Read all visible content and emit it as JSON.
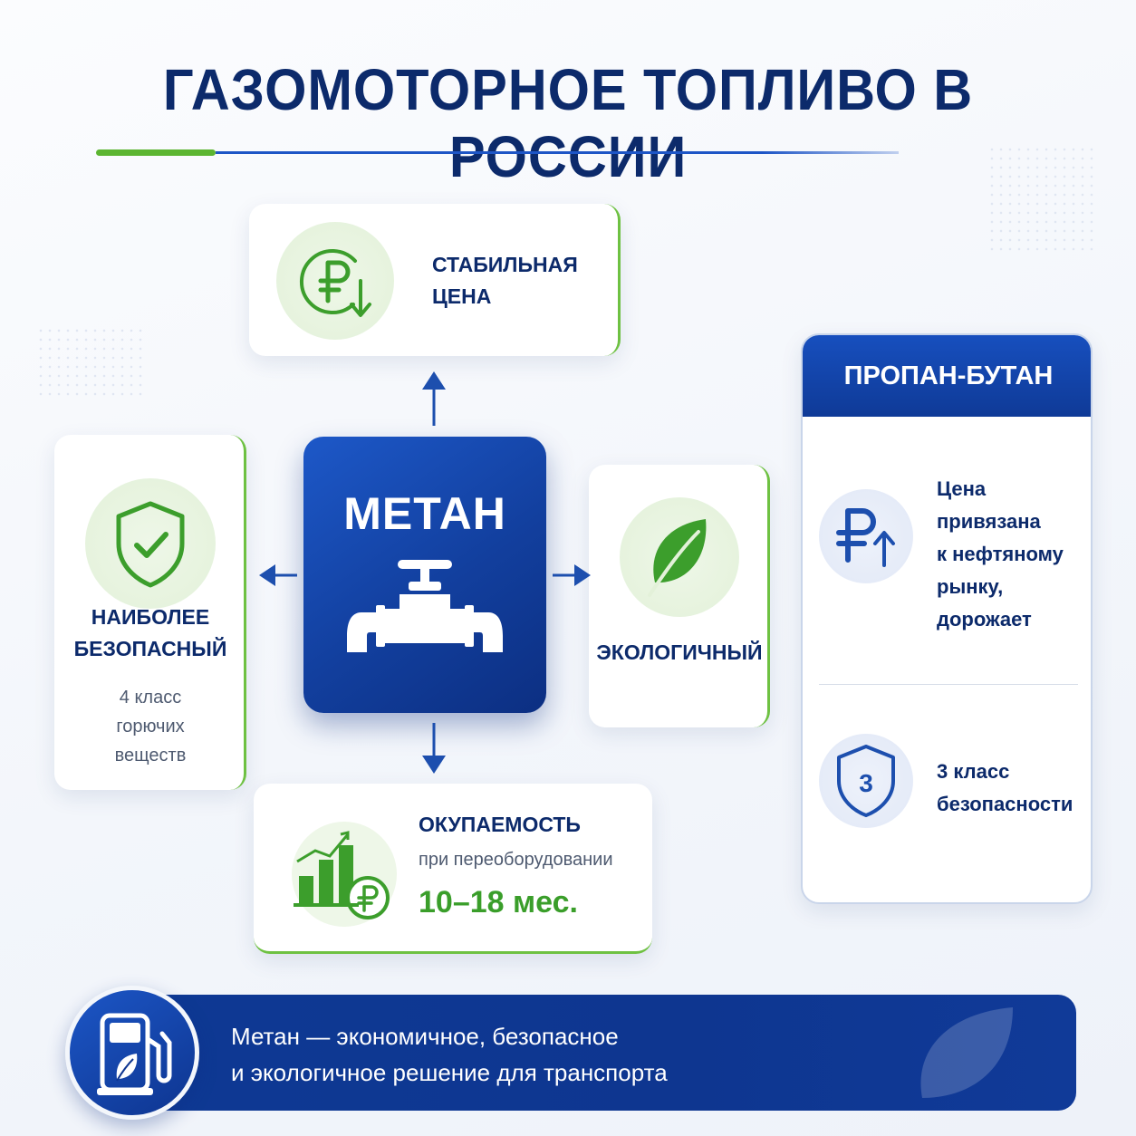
{
  "title": "ГАЗОМОТОРНОЕ ТОПЛИВО В РОССИИ",
  "colors": {
    "accent_blue": "#0f3a97",
    "accent_green": "#5cb531",
    "title": "#0c2a6b"
  },
  "center": {
    "label": "МЕТАН",
    "icon": "valve-pipe-icon"
  },
  "top_card": {
    "label_line1": "СТАБИЛЬНАЯ",
    "label_line2": "ЦЕНА",
    "icon": "ruble-down-icon"
  },
  "left_card": {
    "label_line1": "НАИБОЛЕЕ",
    "label_line2": "БЕЗОПАСНЫЙ",
    "sub_line1": "4 класс",
    "sub_line2": "горючих",
    "sub_line3": "веществ",
    "icon": "shield-check-icon"
  },
  "right_card": {
    "label": "ЭКОЛОГИЧНЫЙ",
    "icon": "leaf-icon"
  },
  "bottom_card": {
    "label": "ОКУПАЕМОСТЬ",
    "sub": "при переоборудовании",
    "value": "10–18 мес.",
    "icon": "growth-chart-ruble-icon"
  },
  "propan": {
    "header": "ПРОПАН-БУТАН",
    "item1": {
      "line1": "Цена",
      "line2": "привязана",
      "line3": "к нефтяному",
      "line4": "рынку,",
      "line5": "дорожает",
      "icon": "ruble-up-icon"
    },
    "item2": {
      "line1": "3 класс",
      "line2": "безопасности",
      "shield_number": "3",
      "icon": "shield-number-icon"
    }
  },
  "footer": {
    "line1": "Метан — экономичное, безопасное",
    "line2": "и экологичное решение для транспорта",
    "icon": "gas-station-leaf-icon"
  }
}
